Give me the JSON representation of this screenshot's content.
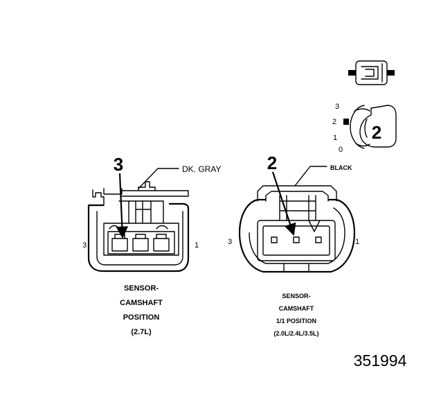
{
  "legend_icon": {
    "index_labels": [
      "3",
      "2",
      "1",
      "0"
    ],
    "clip_number": "2"
  },
  "left_connector": {
    "callout_number": "3",
    "wire_color": "DK. GRAY",
    "pin_left": "3",
    "pin_right": "1",
    "caption_lines": [
      "SENSOR-",
      "CAMSHAFT",
      "POSITION",
      "(2.7L)"
    ]
  },
  "right_connector": {
    "callout_number": "2",
    "wire_color": "BLACK",
    "pin_left": "3",
    "pin_right": "1",
    "caption_lines": [
      "SENSOR-",
      "CAMSHAFT",
      "1/1 POSITION",
      "(2.0L/2.4L/3.5L)"
    ]
  },
  "figure_number": "351994"
}
